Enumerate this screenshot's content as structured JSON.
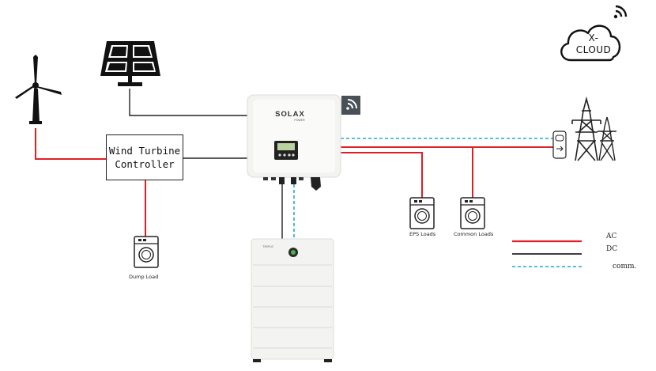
{
  "controller": {
    "line1": "Wind Turbine",
    "line2": "Controller"
  },
  "inverter": {
    "brand": "SOLAX",
    "sub": "POWER"
  },
  "battery": {
    "brand": "TRIPLE"
  },
  "cloud": {
    "line1": "X-",
    "line2": "CLOUD"
  },
  "loads": {
    "dump": "Dump Load",
    "eps": "EPS Loads",
    "common": "Common Loads"
  },
  "legend": [
    {
      "label": "AC",
      "color": "#e01e25",
      "style": "solid"
    },
    {
      "label": "DC",
      "color": "#222222",
      "style": "solid"
    },
    {
      "label": "comm.",
      "color": "#1fa8dc",
      "style": "dashed"
    }
  ],
  "colors": {
    "ac": "#e01e25",
    "dc": "#222222",
    "comm": "#1fa8dc",
    "device": "#f3f3f1"
  }
}
